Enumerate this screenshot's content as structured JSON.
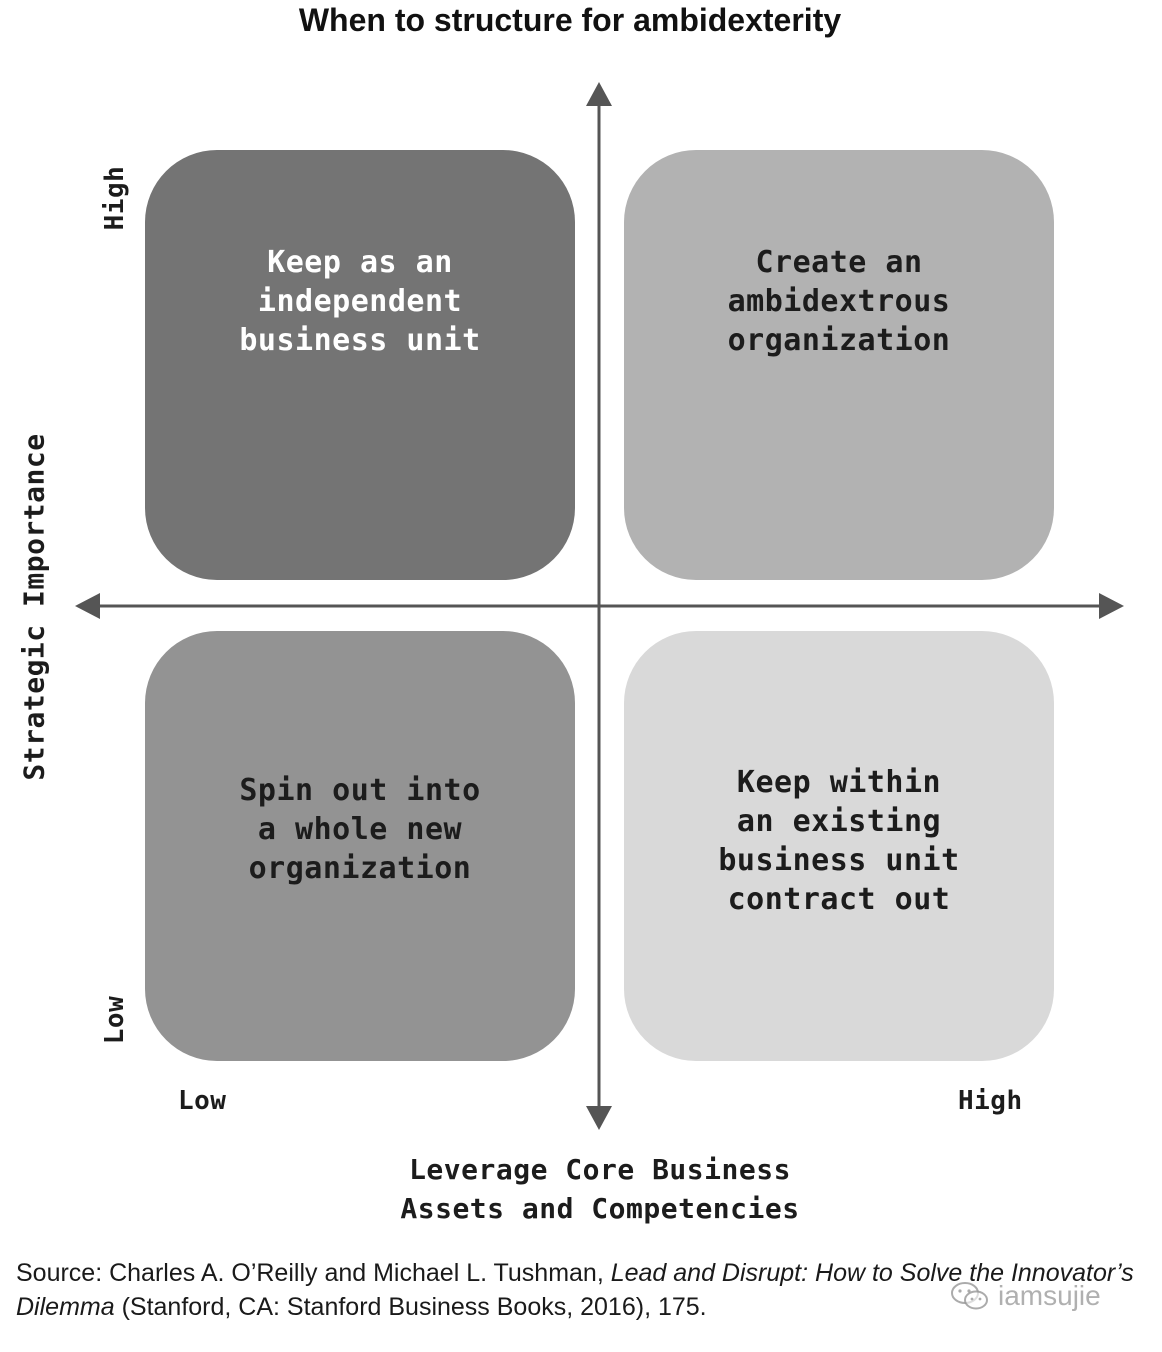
{
  "title": "When to structure for ambidexterity",
  "quadrants": {
    "top_left": "Keep as an\nindependent\nbusiness unit",
    "top_right": "Create an\nambidextrous\norganization",
    "bottom_left": "Spin out into\na whole new\norganization",
    "bottom_right": "Keep within\nan existing\nbusiness unit\ncontract out"
  },
  "colors": {
    "top_left": "#747474",
    "top_right": "#b2b2b2",
    "bottom_left": "#939393",
    "bottom_right": "#d9d9d9",
    "axis": "#555555"
  },
  "y_axis": {
    "label": "Strategic Importance",
    "high": "High",
    "low": "Low"
  },
  "x_axis": {
    "label": "Leverage Core Business\nAssets and Competencies",
    "low": "Low",
    "high": "High"
  },
  "source": {
    "prefix": "Source: Charles A. O’Reilly and Michael L. Tushman, ",
    "book_title": "Lead and Disrupt: How to Solve the Innovator’s Dilemma",
    "suffix": " (Stanford, CA: Stanford Business Books, 2016), 175."
  },
  "watermark": {
    "text": "iamsujie",
    "icon": "wechat-icon"
  }
}
